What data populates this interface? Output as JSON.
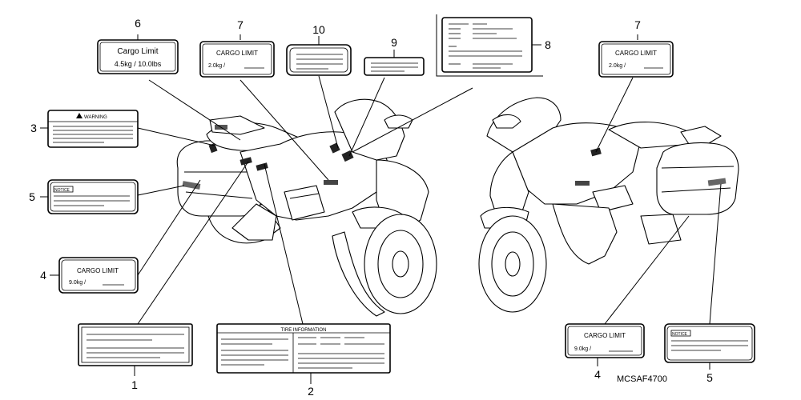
{
  "labels": {
    "l6": {
      "number": "6",
      "title": "Cargo  Limit",
      "value": "4.5kg  /  10.0lbs"
    },
    "l7a": {
      "number": "7",
      "title": "CARGO  LIMIT",
      "value": "2.0kg     /"
    },
    "l10": {
      "number": "10"
    },
    "l9": {
      "number": "9"
    },
    "l8": {
      "number": "8"
    },
    "l7b": {
      "number": "7",
      "title": "CARGO  LIMIT",
      "value": "2.0kg     /"
    },
    "l3": {
      "number": "3",
      "title": "WARNING"
    },
    "l5a": {
      "number": "5",
      "title": "NOTICE"
    },
    "l4a": {
      "number": "4",
      "title": "CARGO  LIMIT",
      "value": "9.0kg     /"
    },
    "l1": {
      "number": "1"
    },
    "l2": {
      "number": "2",
      "title": "TIRE INFORMATION"
    },
    "l4b": {
      "number": "4",
      "title": "CARGO   LIMIT",
      "value": "9.0kg     /"
    },
    "l5b": {
      "number": "5",
      "title": "NOTICE"
    }
  },
  "diagram_code": "MCSAF4700"
}
